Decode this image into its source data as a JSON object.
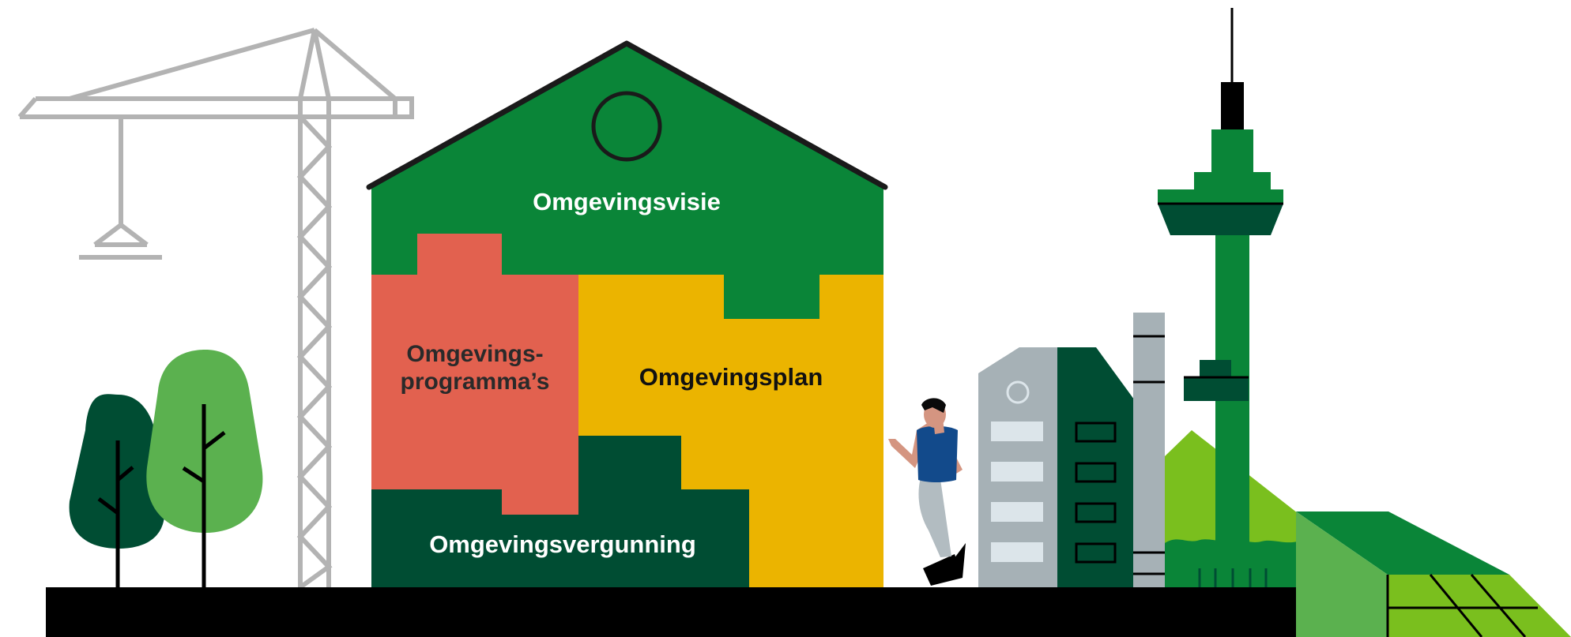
{
  "labels": {
    "omgevingsvisie": "Omgevingsvisie",
    "programmas_line1": "Omgevings-",
    "programmas_line2": "programma’s",
    "omgevingsplan": "Omgevingsplan",
    "omgevingsvergunning": "Omgevingsvergunning"
  },
  "colors": {
    "green": "#0A8538",
    "dark_green": "#004D33",
    "light_green": "#5BB14F",
    "lime": "#7ABF1E",
    "red": "#E2614F",
    "yellow": "#EBB400",
    "grey": "#A6B1B6",
    "crane_grey": "#B3B3B3",
    "ground": "#000000",
    "skin": "#D49581",
    "shirt": "#124A8B",
    "trousers": "#B2BCC1",
    "window": "#DCE5EA"
  }
}
